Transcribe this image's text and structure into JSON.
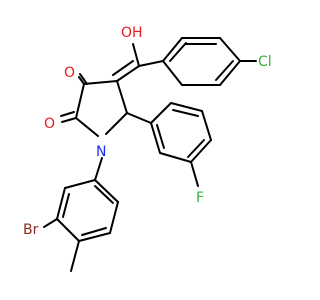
{
  "molecule": {
    "atoms": {
      "O_hydroxyl": {
        "text": "OH",
        "color": "#e5191c"
      },
      "O_ketone": {
        "text": "O",
        "color": "#e5191c"
      },
      "O_lactam": {
        "text": "O",
        "color": "#e5191c"
      },
      "N": {
        "text": "N",
        "color": "#1a2bea"
      },
      "Cl": {
        "text": "Cl",
        "color": "#38b13b"
      },
      "F": {
        "text": "F",
        "color": "#38b13b"
      },
      "Br": {
        "text": "Br",
        "color": "#8b2f1e"
      }
    },
    "bond_color": "#000000",
    "background": "#ffffff"
  }
}
